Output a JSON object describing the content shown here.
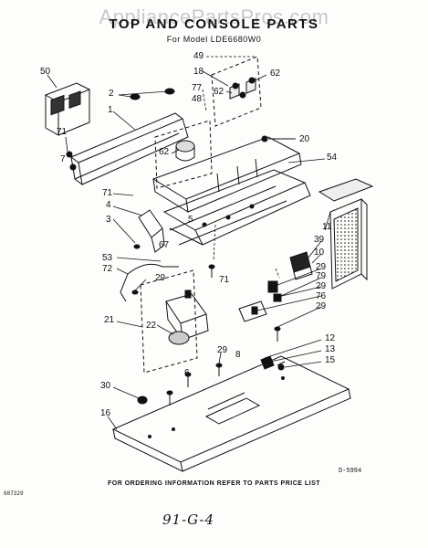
{
  "watermark": "AppliancePartsPros.com",
  "title": "TOP AND CONSOLE PARTS",
  "model_line": "For Model LDE6680W0",
  "footer_note": "FOR ORDERING INFORMATION REFER TO PARTS PRICE LIST",
  "drawing_code": "D-5994",
  "part_ref": "687329",
  "handwritten_note": "91-G-4",
  "callouts": {
    "c50": "50",
    "c2": "2",
    "c1": "1",
    "c71a": "71",
    "c7": "7",
    "c49": "49",
    "c18": "18",
    "c62a": "62",
    "c62b": "62",
    "c77": "77",
    "c48": "48",
    "c20": "20",
    "c62c": "62",
    "c54": "54",
    "c71b": "71",
    "c4": "4",
    "c3": "3",
    "c5": "5",
    "c11": "11",
    "c39": "39",
    "c10": "10",
    "c53": "53",
    "c67": "67",
    "c72": "72",
    "c29a": "29",
    "c71c": "71",
    "c29b": "29",
    "c79": "79",
    "c29c": "29",
    "c76": "76",
    "c29d": "29",
    "c21": "21",
    "c22": "22",
    "c29e": "29",
    "c8": "8",
    "c6": "6",
    "c12": "12",
    "c13": "13",
    "c15": "15",
    "c30": "30",
    "c16": "16"
  }
}
